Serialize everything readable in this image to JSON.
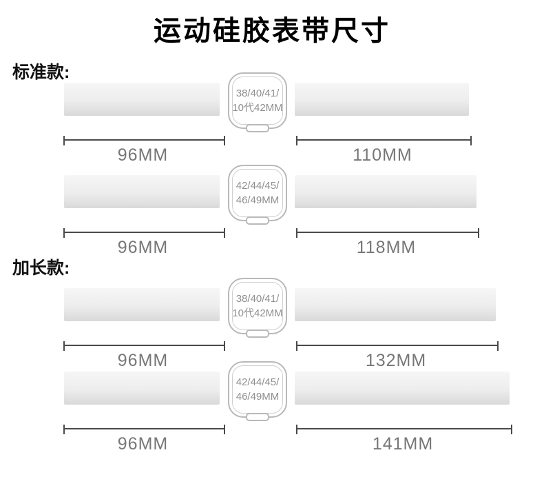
{
  "title": "运动硅胶表带尺寸",
  "sections": [
    {
      "label": "标准款:",
      "rows": [
        {
          "watch_line1": "38/40/41/",
          "watch_line2": "10代42MM",
          "left_mm": "96MM",
          "right_mm": "110MM"
        },
        {
          "watch_line1": "42/44/45/",
          "watch_line2": "46/49MM",
          "left_mm": "96MM",
          "right_mm": "118MM"
        }
      ]
    },
    {
      "label": "加长款:",
      "rows": [
        {
          "watch_line1": "38/40/41/",
          "watch_line2": "10代42MM",
          "left_mm": "96MM",
          "right_mm": "132MM"
        },
        {
          "watch_line1": "42/44/45/",
          "watch_line2": "46/49MM",
          "left_mm": "96MM",
          "right_mm": "141MM"
        }
      ]
    }
  ],
  "colors": {
    "title_text": "#000000",
    "section_text": "#111111",
    "strap_fill_top": "#f6f6f6",
    "strap_fill_bottom": "#d9d9d9",
    "case_border": "#b9b9b9",
    "case_text": "#8f8f8f",
    "dimension_line": "#4a4a4a",
    "dimension_text": "#777777"
  }
}
